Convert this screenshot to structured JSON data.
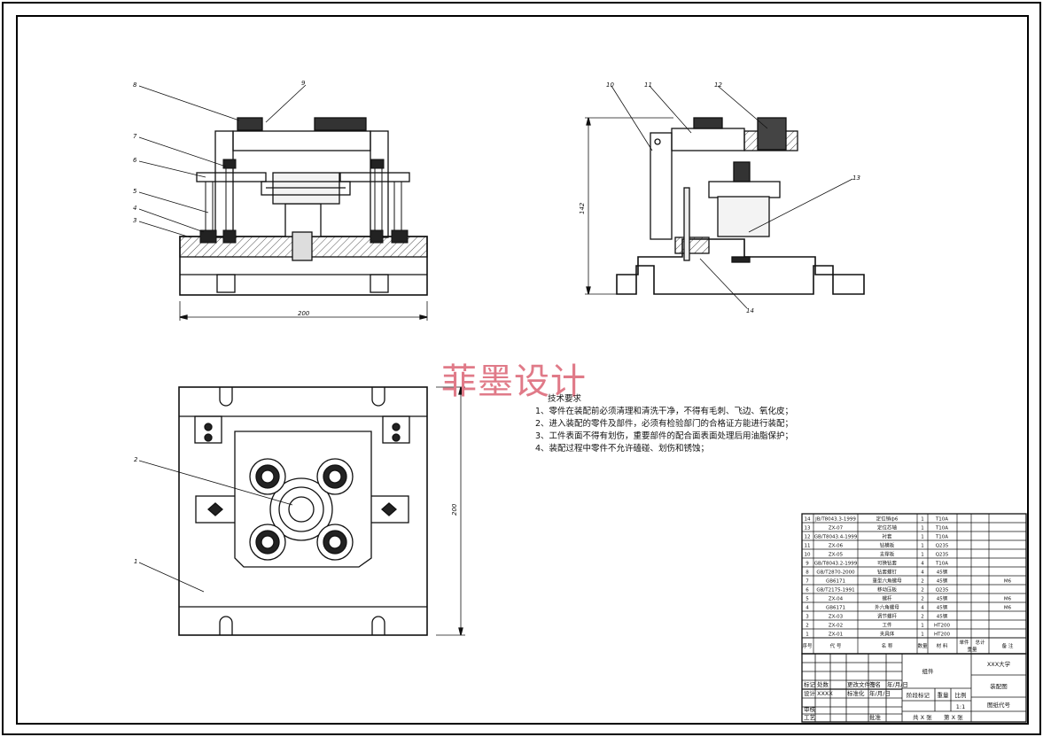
{
  "drawing": {
    "views": {
      "front": {
        "dim_width": "200",
        "callouts": [
          "8",
          "9",
          "7",
          "6",
          "5",
          "4",
          "3"
        ]
      },
      "side": {
        "dim_height": "142",
        "callouts": [
          "10",
          "11",
          "12",
          "13",
          "14"
        ]
      },
      "top": {
        "dim_width": "200",
        "callouts": [
          "2",
          "1"
        ]
      }
    },
    "watermark": "菲墨设计",
    "tech_requirements": {
      "title": "技术要求",
      "items": [
        "1、零件在装配前必须清理和清洗干净，不得有毛刺、飞边、氧化皮；",
        "2、进入装配的零件及部件，必须有检验部门的合格证方能进行装配；",
        "3、工件表面不得有划伤，重要部件的配合面表面处理后用油脂保护；",
        "4、装配过程中零件不允许磕碰、划伤和锈蚀；"
      ]
    },
    "bom": {
      "rows": [
        {
          "no": "14",
          "code": "JB/T8043.3-1999",
          "name": "定位销ф6",
          "qty": "1",
          "mat": "T10A",
          "note": ""
        },
        {
          "no": "13",
          "code": "ZX-07",
          "name": "定位芯轴",
          "qty": "1",
          "mat": "T10A",
          "note": ""
        },
        {
          "no": "12",
          "code": "GB/T8043.4-1999",
          "name": "衬套",
          "qty": "1",
          "mat": "T10A",
          "note": ""
        },
        {
          "no": "11",
          "code": "ZX-06",
          "name": "钻模板",
          "qty": "1",
          "mat": "Q235",
          "note": ""
        },
        {
          "no": "10",
          "code": "ZX-05",
          "name": "支撑板",
          "qty": "1",
          "mat": "Q235",
          "note": ""
        },
        {
          "no": "9",
          "code": "GB/T8043.2-1999",
          "name": "可换钻套",
          "qty": "4",
          "mat": "T10A",
          "note": ""
        },
        {
          "no": "8",
          "code": "GB/T2870-2000",
          "name": "钻套螺钉",
          "qty": "4",
          "mat": "45钢",
          "note": ""
        },
        {
          "no": "7",
          "code": "GB6171",
          "name": "重型六角螺母",
          "qty": "2",
          "mat": "45钢",
          "note": "M6"
        },
        {
          "no": "6",
          "code": "GB/T2175-1991",
          "name": "移动压板",
          "qty": "2",
          "mat": "Q235",
          "note": ""
        },
        {
          "no": "5",
          "code": "ZX-04",
          "name": "螺杆",
          "qty": "2",
          "mat": "45钢",
          "note": "M6"
        },
        {
          "no": "4",
          "code": "GB6171",
          "name": "外六角螺母",
          "qty": "4",
          "mat": "45钢",
          "note": "M6"
        },
        {
          "no": "3",
          "code": "ZX-03",
          "name": "调节螺杆",
          "qty": "2",
          "mat": "45钢",
          "note": ""
        },
        {
          "no": "2",
          "code": "ZX-02",
          "name": "工件",
          "qty": "1",
          "mat": "HT200",
          "note": ""
        },
        {
          "no": "1",
          "code": "ZX-01",
          "name": "夹具体",
          "qty": "1",
          "mat": "HT200",
          "note": ""
        }
      ],
      "header": {
        "no": "序号",
        "code": "代    号",
        "name": "名    称",
        "qty": "数量",
        "mat": "材    料",
        "unit_weight": "单件",
        "total_weight": "总计",
        "weight": "重量",
        "note": "备  注"
      }
    },
    "title_block": {
      "material_cell": "组件",
      "school": "XXX大学",
      "drawing_title": "装配图",
      "drawing_code": "图纸代号",
      "stage_label": "阶段标记",
      "weight_label": "重量",
      "scale_label": "比例",
      "scale_value": "1:1",
      "sheets_total": "共 X 张",
      "sheet_no": "第 X 张",
      "design": "设计",
      "design_name": "XXXX",
      "std": "标准化",
      "std_date": "年/月/日",
      "review": "审核",
      "craft": "工艺",
      "approve": "批准",
      "marks": "标记",
      "count": "处数",
      "sign": "签名",
      "date": "年/月/日",
      "change_doc": "更改文件号"
    }
  }
}
